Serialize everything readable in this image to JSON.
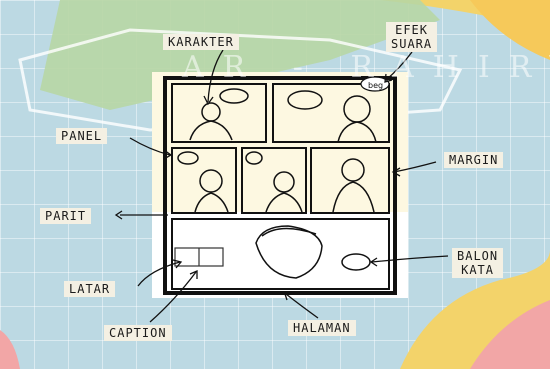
{
  "watermark": "AR - RAHIRY",
  "speech_text": "beg",
  "labels": {
    "karakter": "KARAKTER",
    "efek_suara": "EFEK\nSUARA",
    "panel": "PANEL",
    "margin": "MARGIN",
    "parit": "PARIT",
    "balon_kata": "BALON\nKATA",
    "latar": "LATAR",
    "caption": "CAPTION",
    "halaman": "HALAMAN"
  },
  "colors": {
    "background": "#bcd9e3",
    "yellow_shape": "#f3d36a",
    "green_shape": "#b7d6a4",
    "pink_shape": "#f2a6a6",
    "page_frame": "#111111",
    "label_bg": "#f4f0e3"
  }
}
